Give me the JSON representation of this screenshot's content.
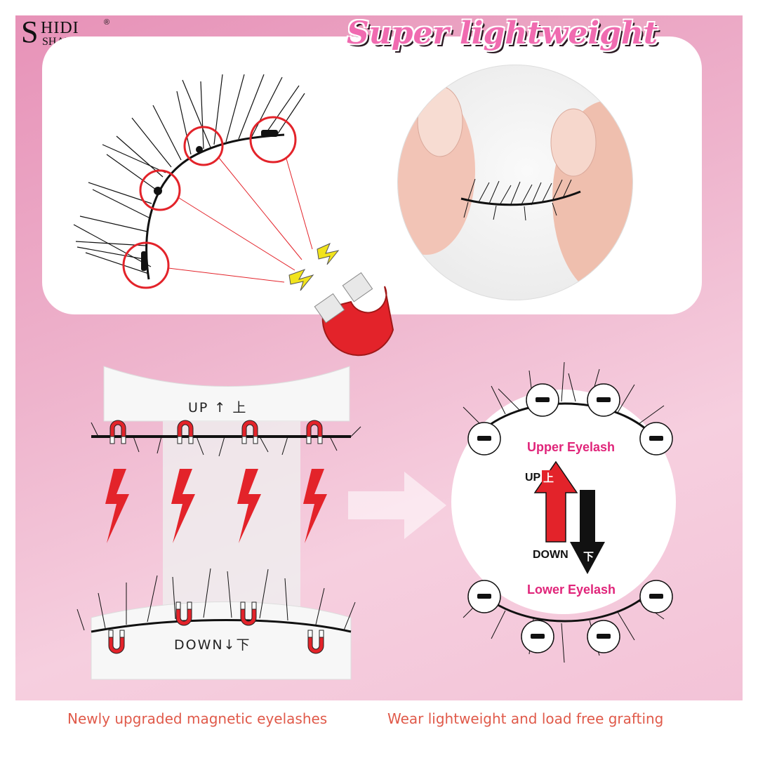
{
  "brand": {
    "initial": "S",
    "line1": "HIDI",
    "registered": "®",
    "line2": "SHANGPIN"
  },
  "headline": "Super lightweight",
  "tool": {
    "up_label": "UP",
    "up_cn": "上",
    "down_label": "DOWN",
    "down_cn": "下"
  },
  "diagram": {
    "upper_label": "Upper Eyelash",
    "lower_label": "Lower Eyelash",
    "up_label": "UP",
    "up_cn": "上",
    "down_label": "DOWN",
    "down_cn": "下"
  },
  "captions": {
    "left": "Newly upgraded magnetic eyelashes",
    "right": "Wear lightweight and load free grafting"
  },
  "colors": {
    "accent_pink": "#e0257a",
    "caption": "#e05a4a",
    "magnet_red": "#e3232a",
    "bolt_yellow": "#f1e31c"
  }
}
